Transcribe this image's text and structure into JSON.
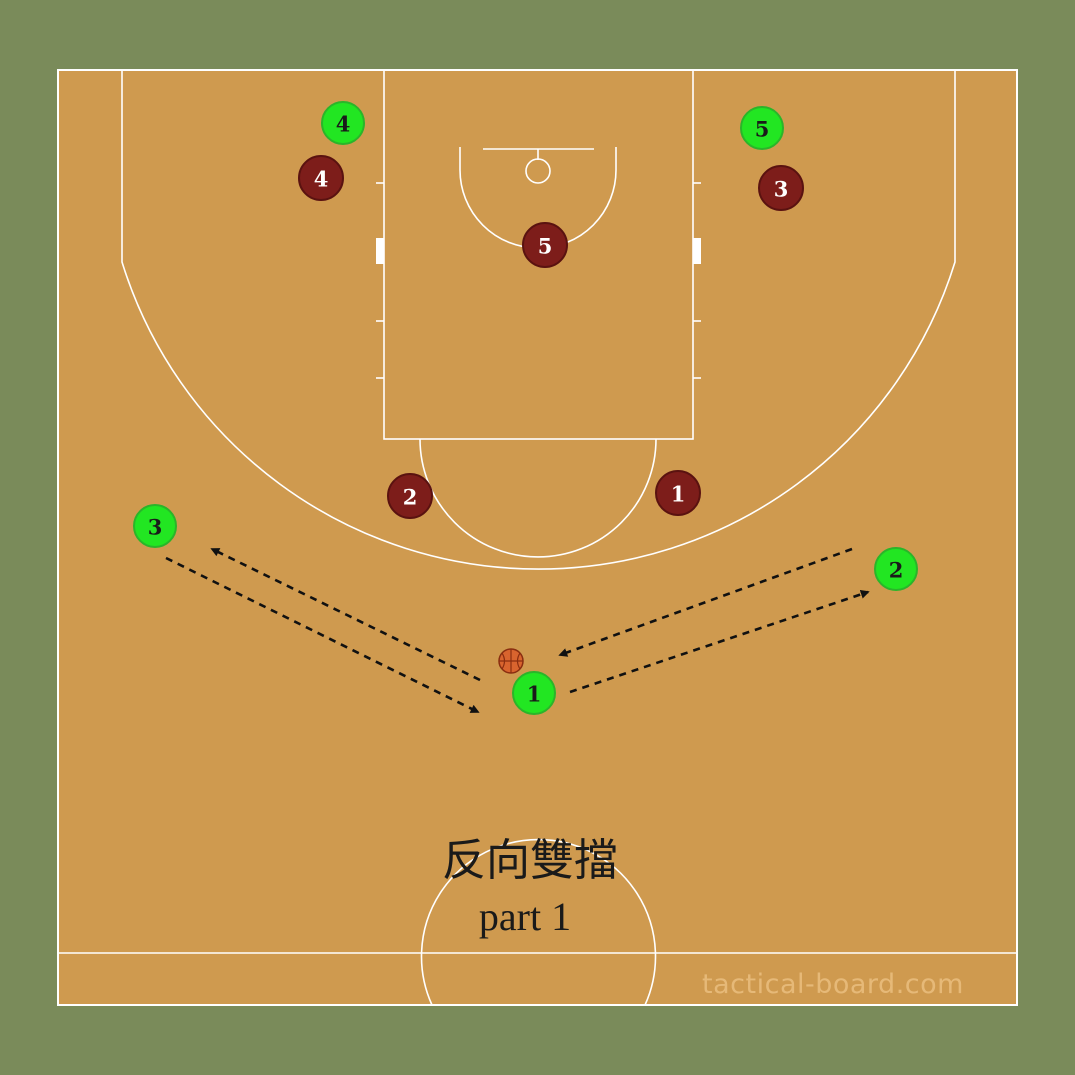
{
  "diagram": {
    "title": "反向雙擋",
    "subtitle": "part 1",
    "watermark": "tactical-board.com"
  },
  "colors": {
    "background": "#7a8b5a",
    "court": "#cf9a4f",
    "lines": "#ffffff",
    "offense": "#22e622",
    "offense_stroke": "#2ab52a",
    "defense": "#7d1d1a",
    "defense_stroke": "#5a1210",
    "arrow": "#111111",
    "ball": "#d9642e"
  },
  "offense": [
    {
      "id": "o1",
      "label": "1"
    },
    {
      "id": "o2",
      "label": "2"
    },
    {
      "id": "o3",
      "label": "3"
    },
    {
      "id": "o4",
      "label": "4"
    },
    {
      "id": "o5",
      "label": "5"
    }
  ],
  "defense": [
    {
      "id": "d1",
      "label": "1"
    },
    {
      "id": "d2",
      "label": "2"
    },
    {
      "id": "d3",
      "label": "3"
    },
    {
      "id": "d4",
      "label": "4"
    },
    {
      "id": "d5",
      "label": "5"
    }
  ],
  "ball": {
    "icon": "basketball-icon"
  },
  "passes": [
    {
      "id": "pass-1-to-3",
      "line": "dashed",
      "head": "arrow"
    },
    {
      "id": "pass-3-to-1",
      "line": "dashed",
      "head": "arrow"
    },
    {
      "id": "pass-2-to-1",
      "line": "dashed",
      "head": "arrow"
    },
    {
      "id": "pass-1-to-2",
      "line": "dashed",
      "head": "arrow"
    }
  ]
}
